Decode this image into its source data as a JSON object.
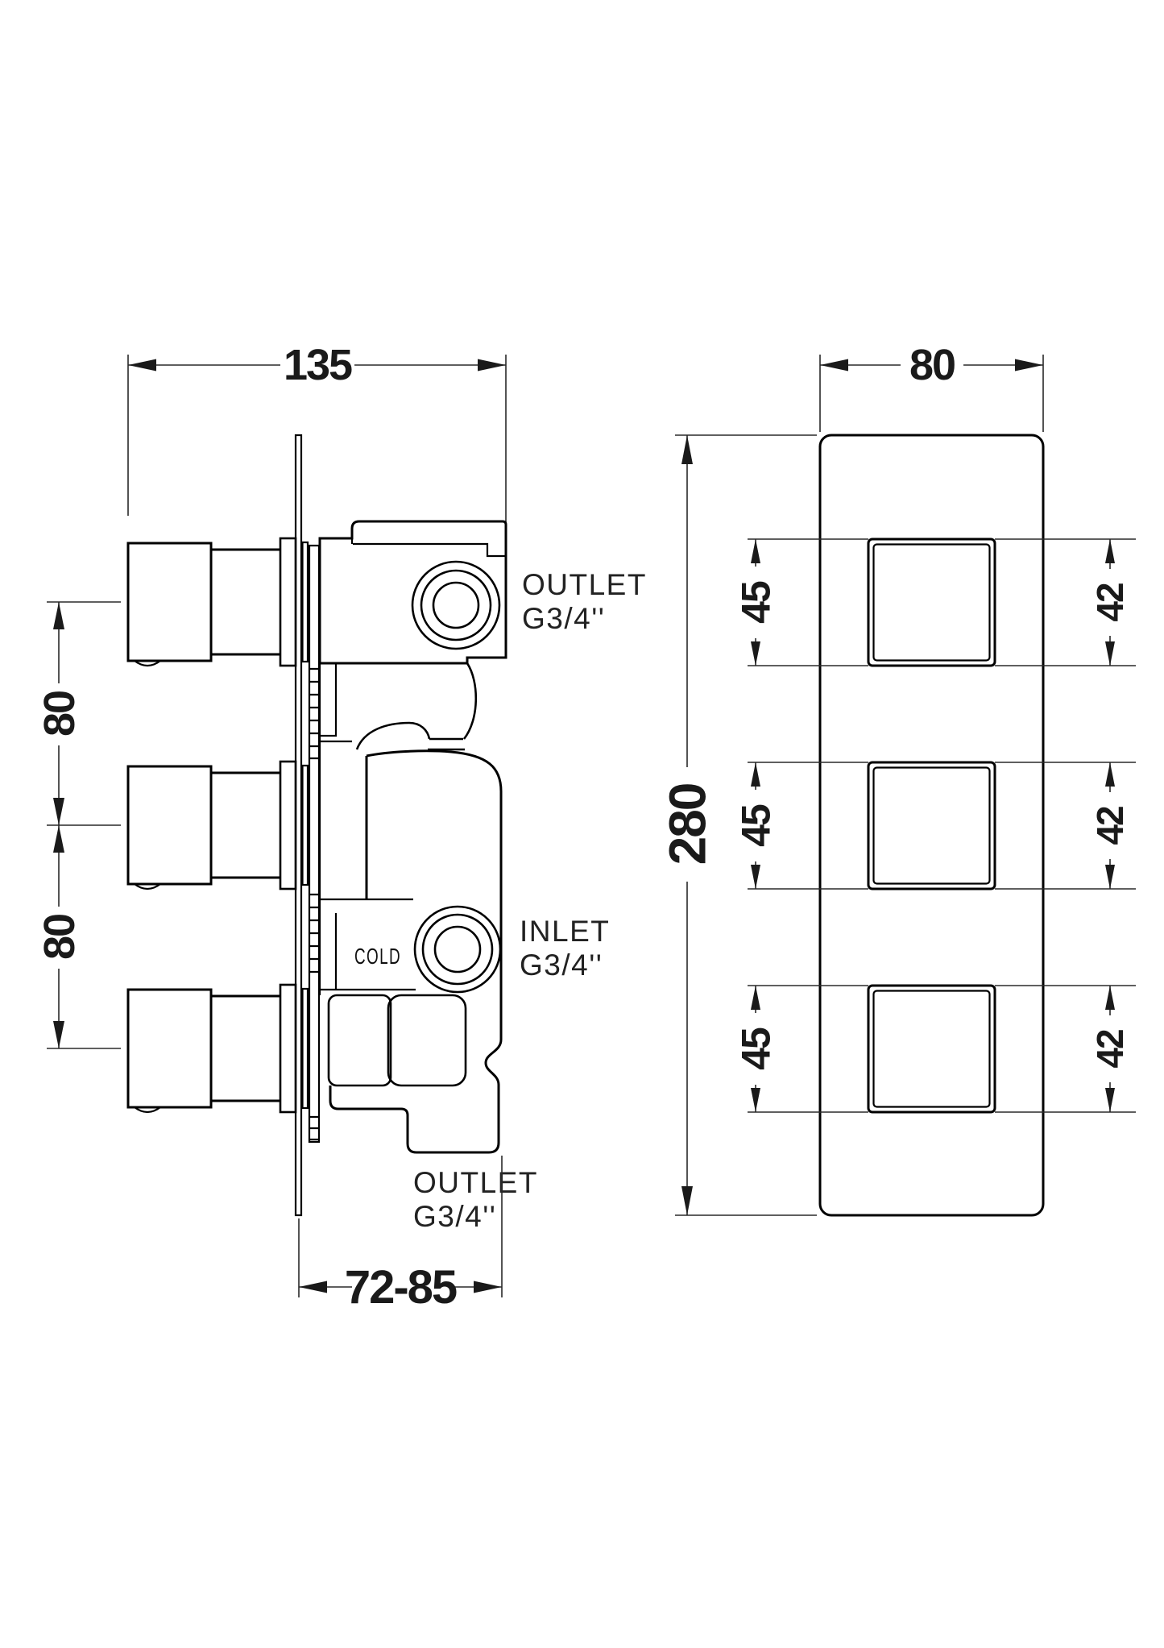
{
  "drawing": {
    "title": "thermostatic-triple-valve-technical-drawing",
    "background": "#ffffff",
    "line_color": "#000000",
    "dims": {
      "d135": "135",
      "d80_panel": "80",
      "d80_left_1": "80",
      "d80_left_2": "80",
      "d280": "280",
      "d72_85": "72-85",
      "d45": [
        "45",
        "45",
        "45"
      ],
      "d42": [
        "42",
        "42",
        "42"
      ]
    },
    "labels": {
      "outlet_top": {
        "l1": "OUTLET",
        "l2": "G3/4''"
      },
      "inlet": {
        "l1": "INLET",
        "l2": "G3/4''"
      },
      "outlet_bottom": {
        "l1": "OUTLET",
        "l2": "G3/4''"
      },
      "cold": "COLD"
    }
  }
}
